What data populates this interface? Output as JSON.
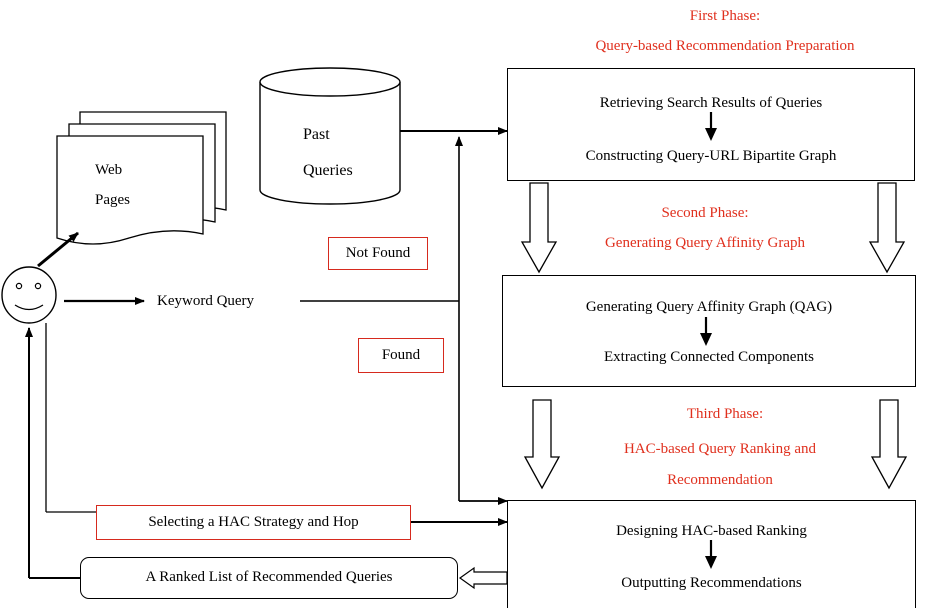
{
  "phase1": {
    "title": "First Phase:",
    "subtitle": "Query-based Recommendation Preparation"
  },
  "phase2": {
    "title": "Second Phase:",
    "subtitle": "Generating Query Affinity Graph"
  },
  "phase3": {
    "title": "Third Phase:",
    "line1": "HAC-based Query Ranking and",
    "line2": "Recommendation"
  },
  "box1": {
    "step1": "Retrieving Search Results of Queries",
    "step2": "Constructing Query-URL Bipartite Graph"
  },
  "box2": {
    "step1": "Generating Query Affinity Graph (QAG)",
    "step2": "Extracting Connected Components"
  },
  "box3": {
    "step1": "Designing HAC-based Ranking",
    "step2": "Outputting Recommendations"
  },
  "database": {
    "line1": "Past",
    "line2": "Queries"
  },
  "webpages": {
    "line1": "Web",
    "line2": "Pages"
  },
  "keyword_query": "Keyword Query",
  "not_found": "Not Found",
  "found": "Found",
  "hac_strategy": "Selecting a HAC Strategy and Hop",
  "ranked_list": "A Ranked List of Recommended Queries",
  "colors": {
    "phase_text": "#e0301e",
    "label_border": "#d62a1e",
    "lines": "#000000"
  },
  "icons": {
    "user": "smiley-face-icon",
    "database": "cylinder-database-icon",
    "pages": "stacked-documents-icon"
  }
}
